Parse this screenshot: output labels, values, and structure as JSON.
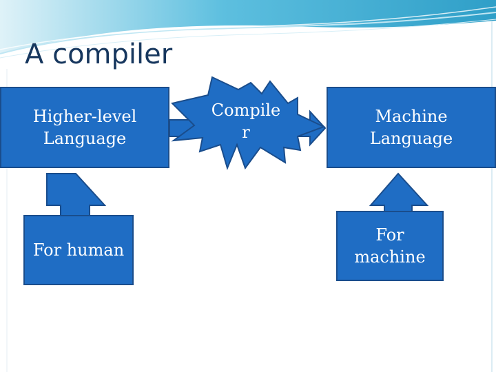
{
  "title": "A compiler",
  "diagram": {
    "source_box": "Higher-level\nLanguage",
    "compiler_burst": "Compile\nr",
    "target_box": "Machine\nLanguage",
    "human_box": "For human",
    "machine_box": "For\nmachine"
  },
  "colors": {
    "title": "#17375e",
    "box_fill": "#1f6dc4",
    "box_border": "#1a4d8c",
    "header_swoosh": "#4fb3d6"
  }
}
